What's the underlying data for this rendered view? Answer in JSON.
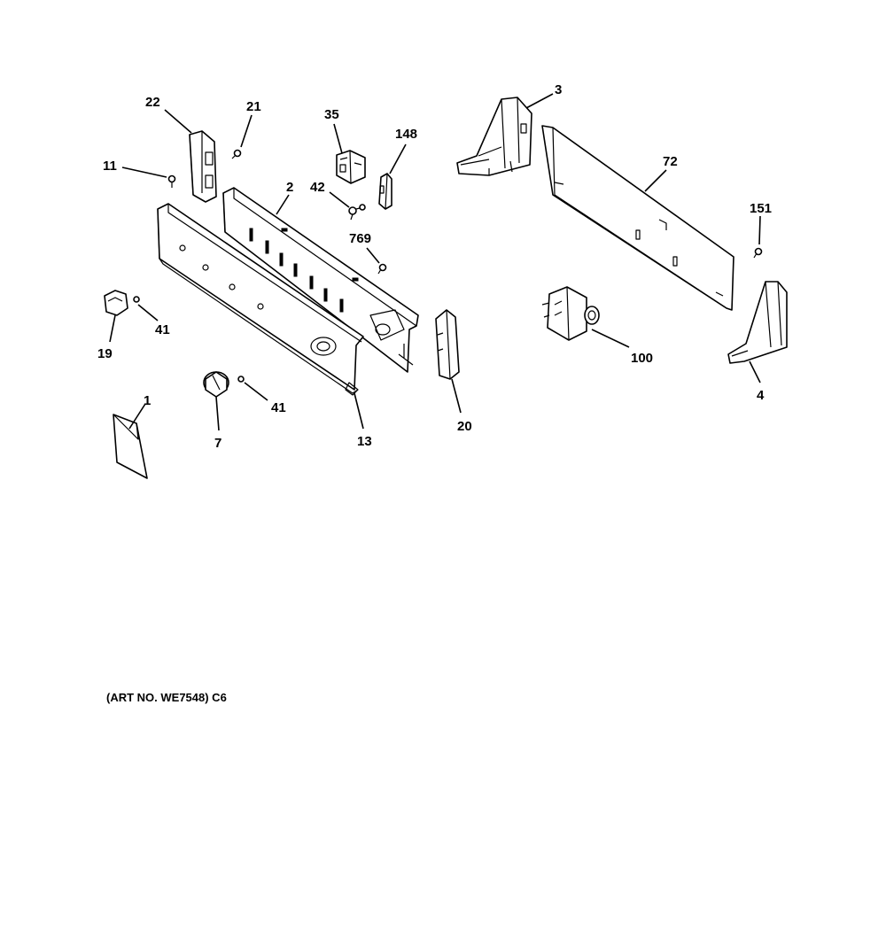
{
  "callouts": {
    "c22": "22",
    "c21": "21",
    "c35": "35",
    "c148": "148",
    "c3": "3",
    "c11": "11",
    "c2": "2",
    "c42": "42",
    "c72": "72",
    "c769": "769",
    "c151": "151",
    "c41a": "41",
    "c19": "19",
    "c100": "100",
    "c4": "4",
    "c1": "1",
    "c41b": "41",
    "c7": "7",
    "c13": "13",
    "c20": "20"
  },
  "art_note": "(ART NO. WE7548) C6"
}
